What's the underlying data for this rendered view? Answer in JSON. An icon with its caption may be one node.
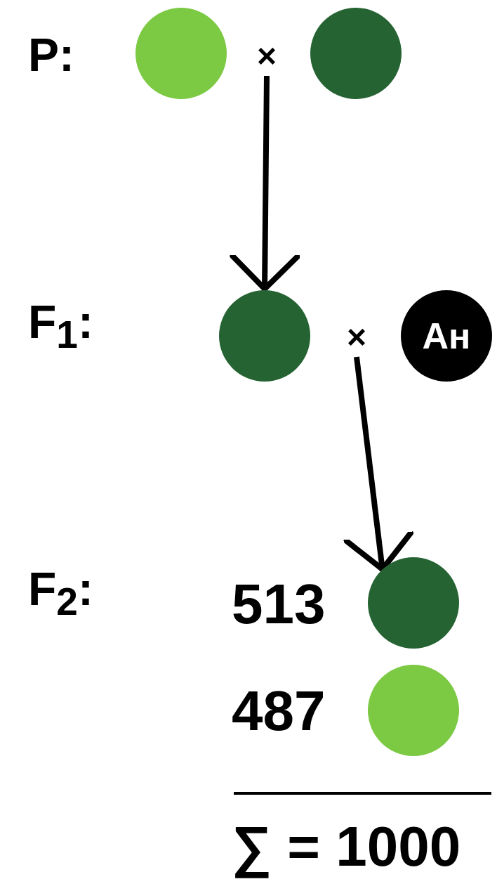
{
  "diagram": {
    "nodes": [
      {
        "text": [],
        "shape": "circle"
      },
      {
        "text": [
          "×"
        ]
      },
      {
        "text": [],
        "shape": "circle"
      },
      {
        "text": [],
        "shape": "circle"
      },
      {
        "text": [
          "×"
        ]
      },
      {
        "text": [
          "Ан"
        ]
      },
      {
        "text": [],
        "shape": "circle"
      },
      {
        "text": [],
        "shape": "circle"
      }
    ],
    "edges": [
      {
        "from": 1,
        "to": 3,
        "arrow": "to"
      },
      {
        "from": 4,
        "to": 6,
        "arrow": "to"
      }
    ],
    "labels": [
      "P:",
      "F$_{1}$:",
      "F$_{2}$:",
      "513",
      "487",
      "∑ = 1000"
    ]
  }
}
